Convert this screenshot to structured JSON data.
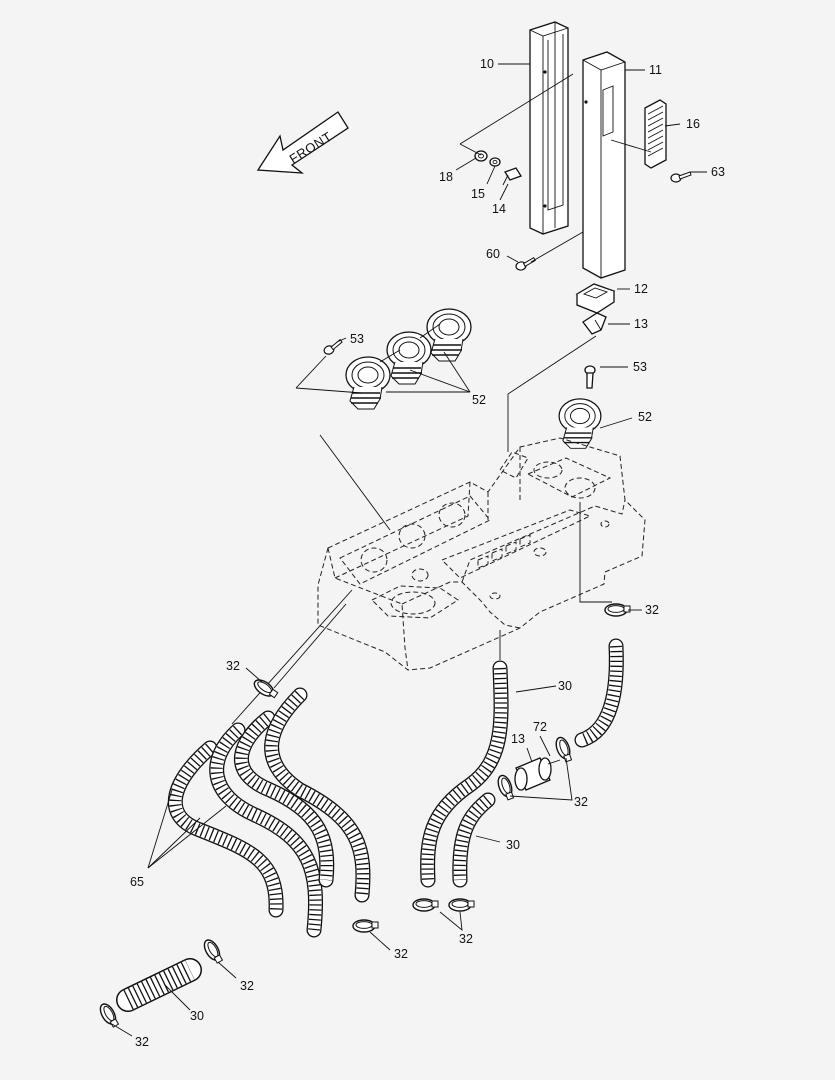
{
  "diagram": {
    "front_text": "FRONT",
    "labels": {
      "c10": "10",
      "c11": "11",
      "c16": "16",
      "c63": "63",
      "c18": "18",
      "c15": "15",
      "c14": "14",
      "c60": "60",
      "c12": "12",
      "c13a": "13",
      "c53a": "53",
      "c52a": "52",
      "c53b": "53",
      "c52b": "52",
      "c32a": "32",
      "c32b": "32",
      "c30a": "30",
      "c72": "72",
      "c13b": "13",
      "c32c": "32",
      "c30b": "30",
      "c65": "65",
      "c32d": "32",
      "c32e": "32",
      "c32f": "32",
      "c30c": "30",
      "c32g": "32"
    }
  }
}
